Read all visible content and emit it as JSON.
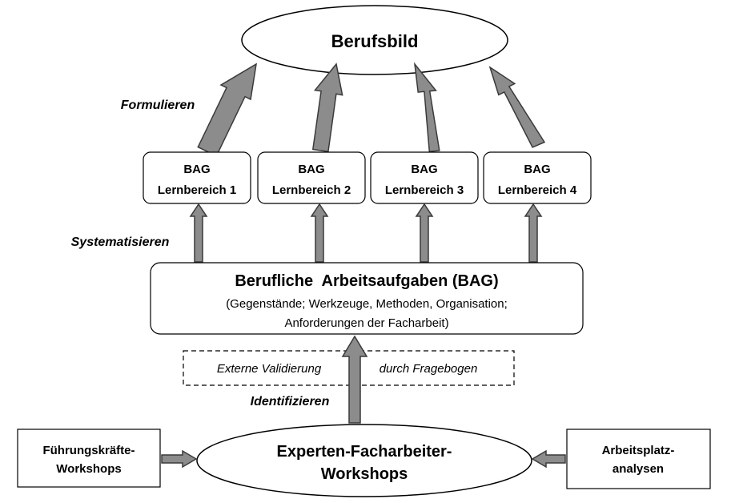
{
  "top": {
    "title": "Berufsbild"
  },
  "steps": {
    "formulieren": "Formulieren",
    "systematisieren": "Systematisieren",
    "identifizieren": "Identifizieren"
  },
  "areas": [
    {
      "line1": "BAG",
      "line2": "Lernbereich 1"
    },
    {
      "line1": "BAG",
      "line2": "Lernbereich 2"
    },
    {
      "line1": "BAG",
      "line2": "Lernbereich 3"
    },
    {
      "line1": "BAG",
      "line2": "Lernbereich 4"
    }
  ],
  "main": {
    "title": "Berufliche  Arbeitsaufgaben (BAG)",
    "line1": "(Gegenstände; Werkzeuge, Methoden, Organisation;",
    "line2": "Anforderungen der Facharbeit)"
  },
  "validation": {
    "left": "Externe Validierung",
    "right": "durch Fragebogen"
  },
  "bottom": {
    "line1": "Experten-Facharbeiter-",
    "line2": "Workshops"
  },
  "left_box": {
    "line1": "Führungskräfte-",
    "line2": "Workshops"
  },
  "right_box": {
    "line1": "Arbeitsplatz-",
    "line2": "analysen"
  },
  "colors": {
    "arrow_fill": "#8c8c8c",
    "arrow_stroke": "#3a3a3a",
    "stroke": "#000000"
  }
}
